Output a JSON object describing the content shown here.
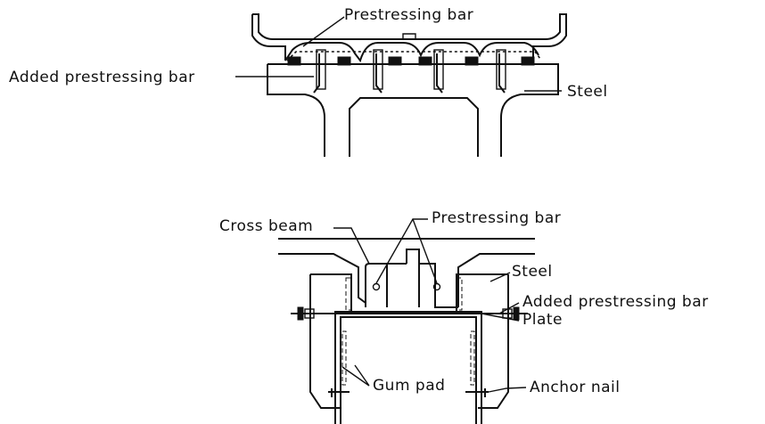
{
  "top_view": {
    "labels": {
      "prestressing_bar": "Prestressing bar",
      "added_prestressing_bar": "Added prestressing bar",
      "steel": "Steel"
    }
  },
  "bottom_view": {
    "labels": {
      "cross_beam": "Cross beam",
      "prestressing_bar": "Prestressing bar",
      "steel": "Steel",
      "added_prestressing_bar": "Added prestressing bar",
      "plate": "Plate",
      "gum_pad": "Gum pad",
      "anchor_nail": "Anchor nail"
    }
  },
  "colors": {
    "ink": "#111111",
    "background": "#ffffff"
  }
}
